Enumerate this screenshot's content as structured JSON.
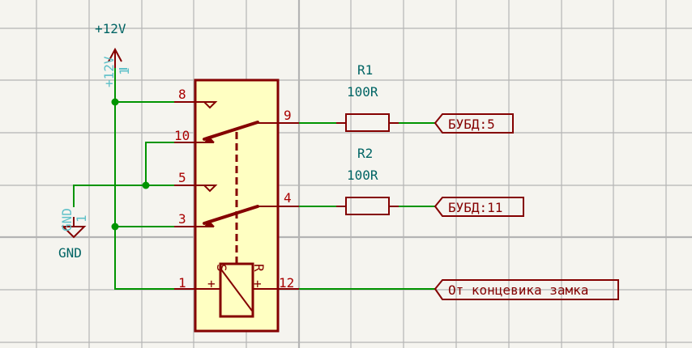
{
  "schematic": {
    "power": {
      "vcc": {
        "name": "+12V",
        "pin_name": "+12V",
        "pin_number": "1"
      },
      "gnd": {
        "name": "GND",
        "pin_name": "GND",
        "pin_number": "1"
      }
    },
    "relay": {
      "pins": {
        "p8": "8",
        "p10": "10",
        "p5": "5",
        "p3": "3",
        "p1": "1",
        "p9": "9",
        "p4": "4",
        "p12": "12"
      },
      "coil": {
        "set_label": "S",
        "reset_label": "R",
        "plus": "+"
      }
    },
    "resistors": [
      {
        "ref": "R1",
        "value": "100R"
      },
      {
        "ref": "R2",
        "value": "100R"
      }
    ],
    "labels": [
      {
        "text": "БУБД:5"
      },
      {
        "text": "БУБД:11"
      },
      {
        "text": "От концевика замка"
      }
    ]
  },
  "colors": {
    "background": "#f5f4ef",
    "wire": "#009400",
    "component": "#840000",
    "component_fill": "#ffffc2",
    "reference_text": "#006464",
    "hidden_text": "#5ec0c8"
  }
}
